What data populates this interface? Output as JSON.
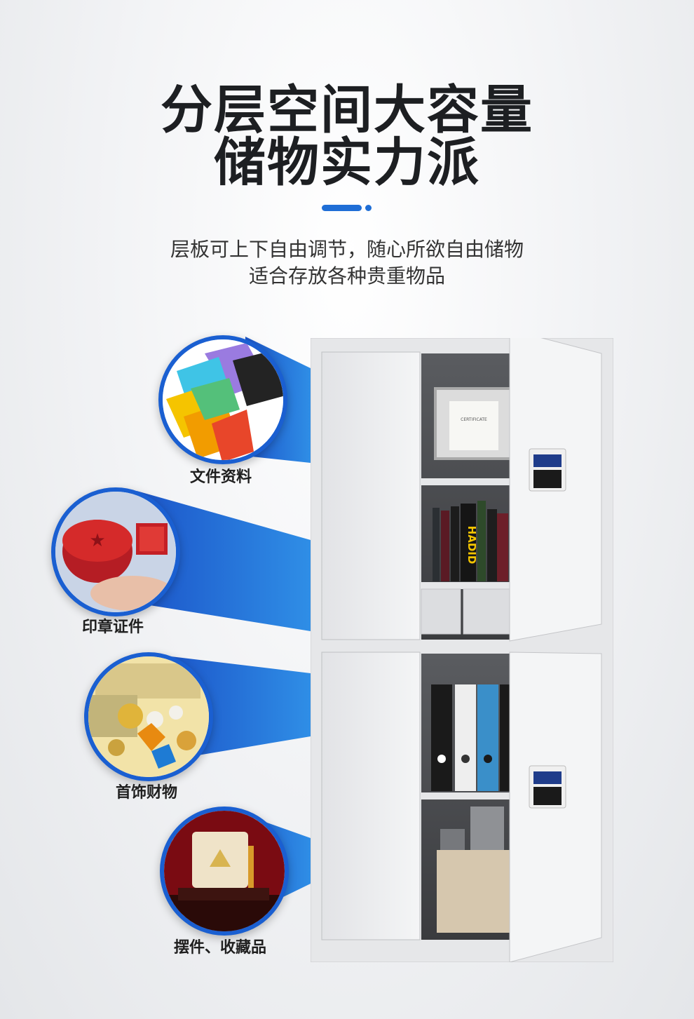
{
  "headline": {
    "line1": "分层空间大容量",
    "line2": "储物实力派"
  },
  "subtitle": {
    "line1": "层板可上下自由调节，随心所欲自由储物",
    "line2": "适合存放各种贵重物品"
  },
  "categories": [
    {
      "label": "文件资料",
      "icon": "folders-icon"
    },
    {
      "label": "印章证件",
      "icon": "stamp-icon"
    },
    {
      "label": "首饰财物",
      "icon": "jewelry-icon"
    },
    {
      "label": "摆件、收藏品",
      "icon": "collectible-icon"
    }
  ],
  "cabinet": {
    "certificate_text": "CERTIFICATE",
    "book_spine_text": "HADID"
  },
  "colors": {
    "accent": "#1f6ed6",
    "circle_border": "#1a5fd1",
    "cabinet_body": "#e6e7e9"
  }
}
